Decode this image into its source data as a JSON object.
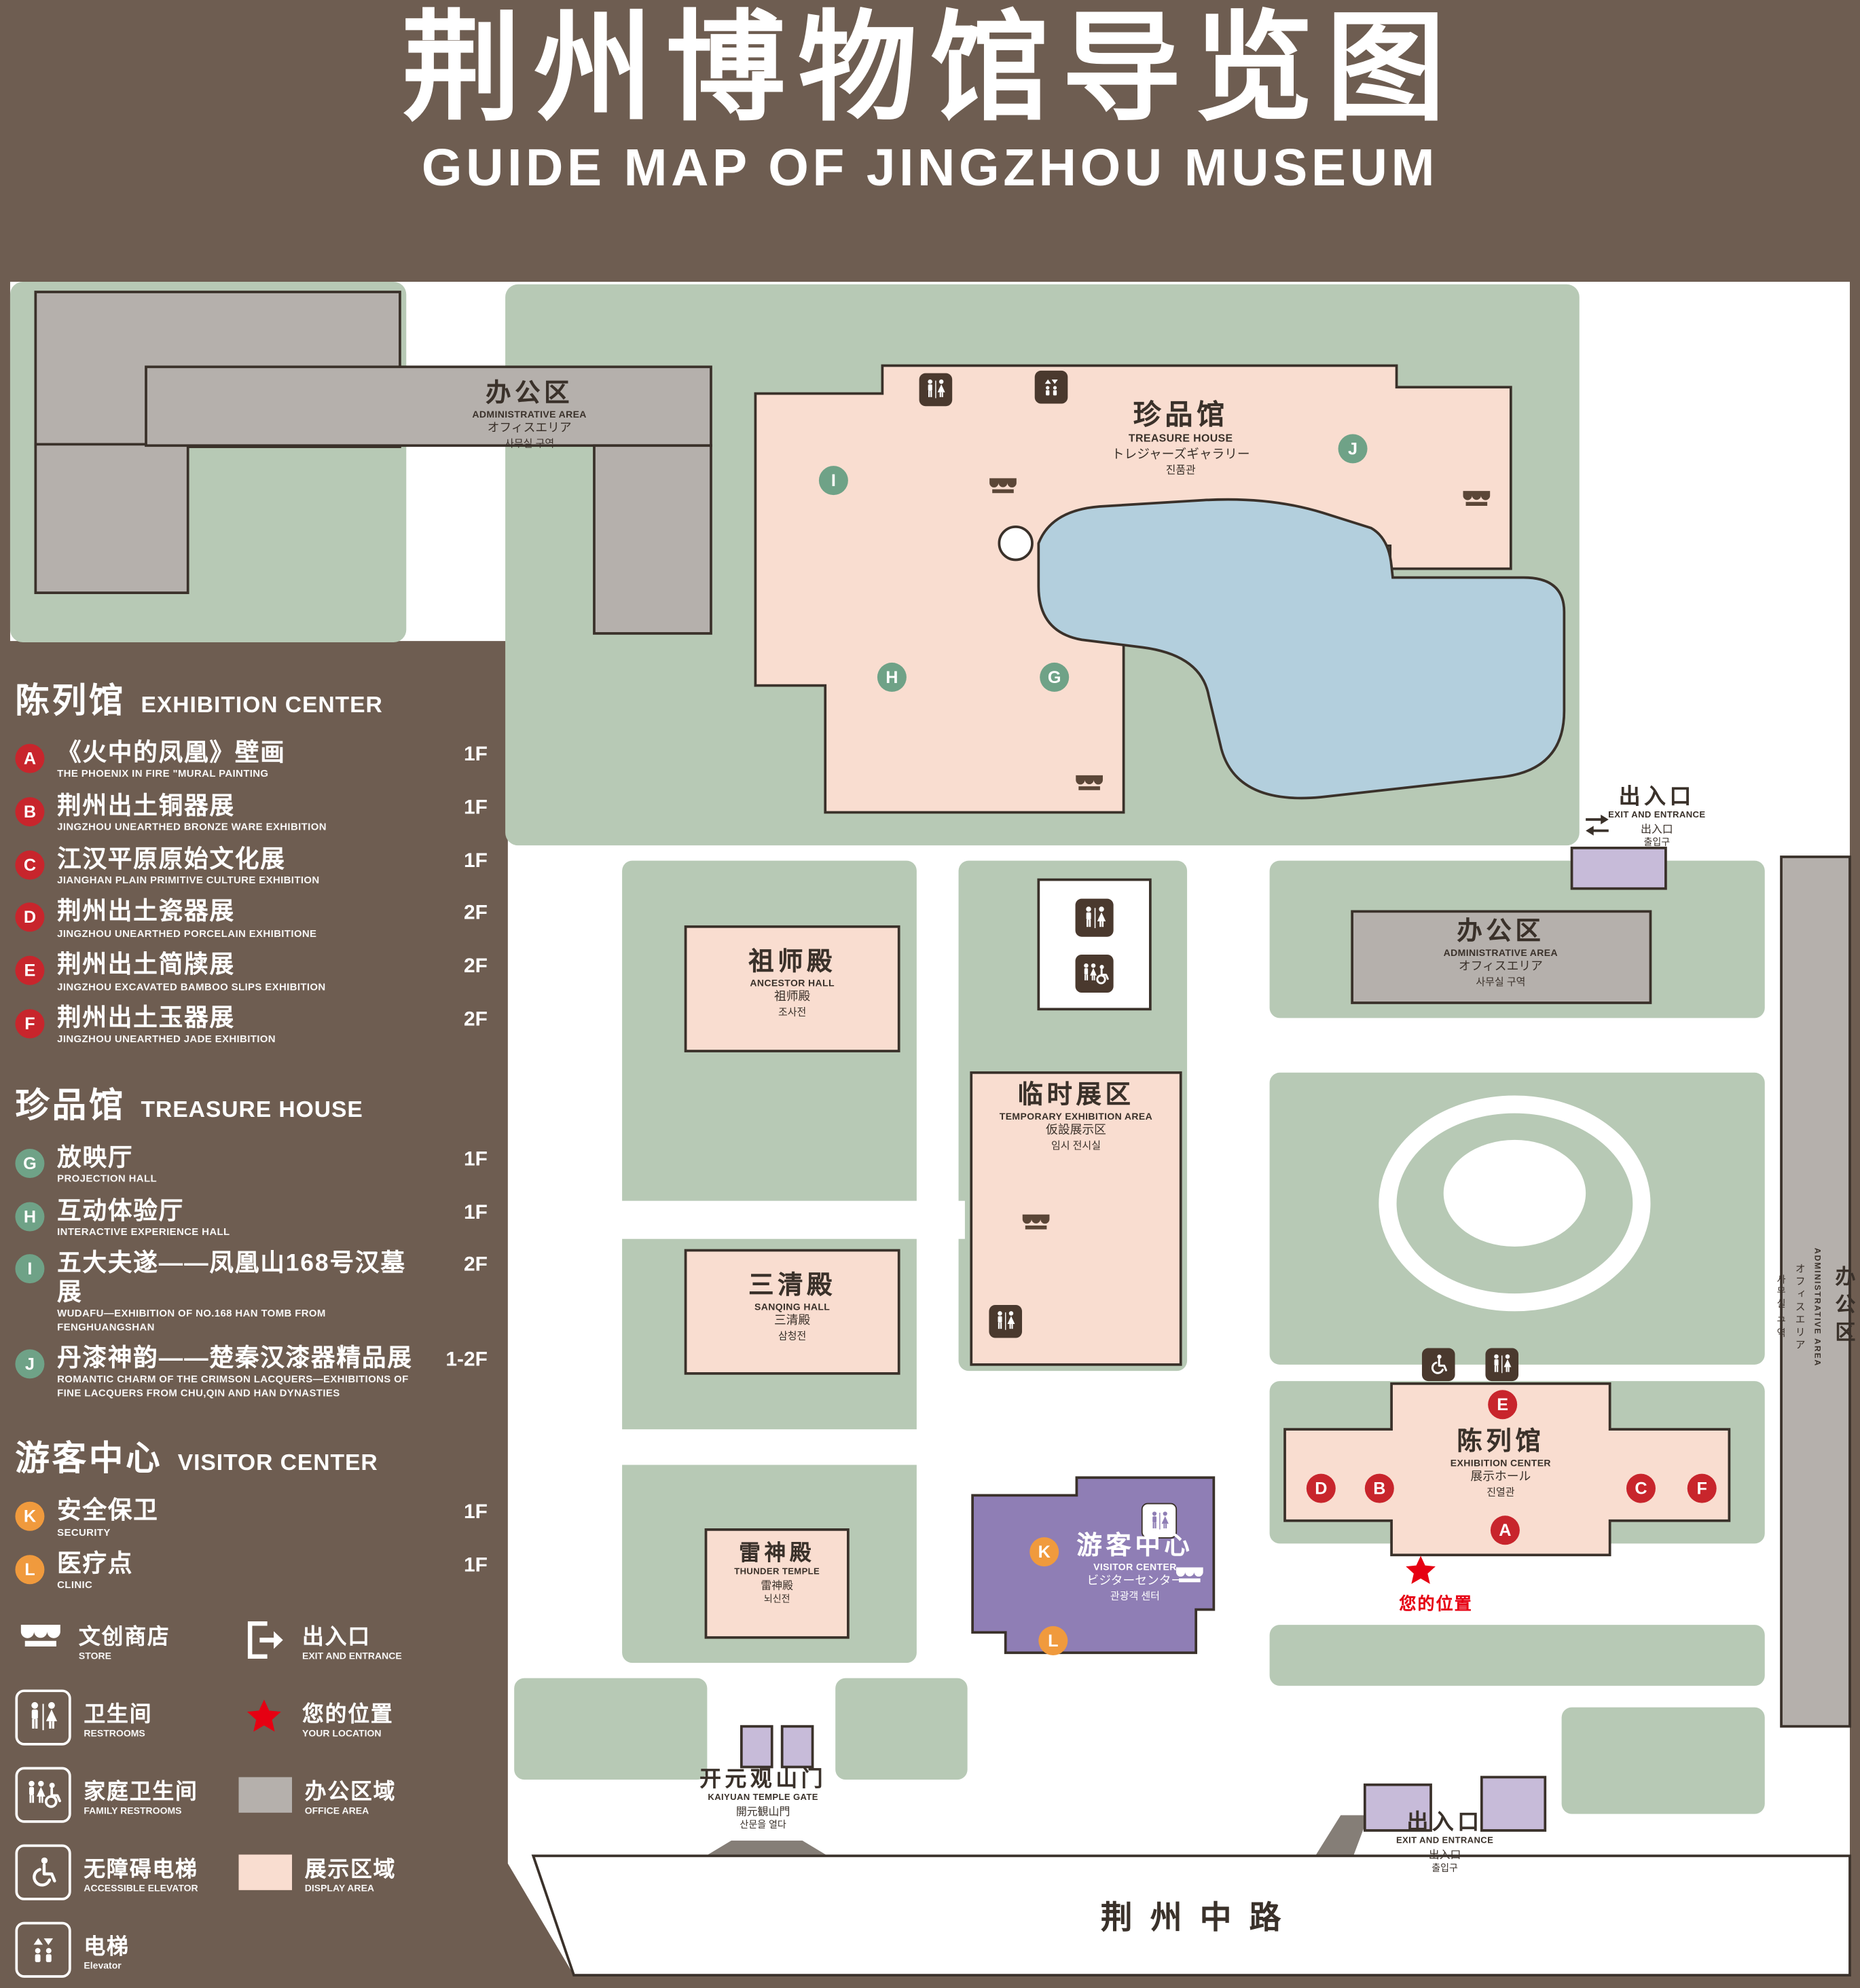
{
  "header": {
    "title_zh": "荆州博物馆导览图",
    "title_en": "GUIDE MAP OF JINGZHOU MUSEUM"
  },
  "legend": {
    "sections": [
      {
        "title_zh": "陈列馆",
        "title_en": "EXHIBITION CENTER",
        "items": [
          {
            "letter": "A",
            "zh": "《火中的凤凰》壁画",
            "en": "THE PHOENIX IN FIRE \"MURAL PAINTING",
            "floor": "1F"
          },
          {
            "letter": "B",
            "zh": "荆州出土铜器展",
            "en": "JINGZHOU UNEARTHED BRONZE WARE EXHIBITION",
            "floor": "1F"
          },
          {
            "letter": "C",
            "zh": "江汉平原原始文化展",
            "en": "JIANGHAN PLAIN PRIMITIVE CULTURE EXHIBITION",
            "floor": "1F"
          },
          {
            "letter": "D",
            "zh": "荆州出土瓷器展",
            "en": "JINGZHOU UNEARTHED PORCELAIN EXHIBITIONE",
            "floor": "2F"
          },
          {
            "letter": "E",
            "zh": "荆州出土简牍展",
            "en": "JINGZHOU EXCAVATED BAMBOO SLIPS EXHIBITION",
            "floor": "2F"
          },
          {
            "letter": "F",
            "zh": "荆州出土玉器展",
            "en": "JINGZHOU UNEARTHED JADE EXHIBITION",
            "floor": "2F"
          }
        ]
      },
      {
        "title_zh": "珍品馆",
        "title_en": "TREASURE HOUSE",
        "items": [
          {
            "letter": "G",
            "zh": "放映厅",
            "en": "PROJECTION HALL",
            "floor": "1F"
          },
          {
            "letter": "H",
            "zh": "互动体验厅",
            "en": "INTERACTIVE EXPERIENCE HALL",
            "floor": "1F"
          },
          {
            "letter": "I",
            "zh": "五大夫遂——凤凰山168号汉墓展",
            "en": "WUDAFU—EXHIBITION OF NO.168 HAN TOMB FROM FENGHUANGSHAN",
            "floor": "2F"
          },
          {
            "letter": "J",
            "zh": "丹漆神韵——楚秦汉漆器精品展",
            "en": "ROMANTIC CHARM OF THE CRIMSON LACQUERS—EXHIBITIONS OF FINE LACQUERS FROM CHU,QIN AND HAN DYNASTIES",
            "floor": "1-2F"
          }
        ]
      },
      {
        "title_zh": "游客中心",
        "title_en": "VISITOR CENTER",
        "items": [
          {
            "letter": "K",
            "zh": "安全保卫",
            "en": "SECURITY",
            "floor": "1F"
          },
          {
            "letter": "L",
            "zh": "医疗点",
            "en": "CLINIC",
            "floor": "1F"
          }
        ]
      }
    ],
    "symbols": [
      {
        "zh": "文创商店",
        "en": "STORE"
      },
      {
        "zh": "出入口",
        "en": "EXIT AND ENTRANCE"
      },
      {
        "zh": "卫生间",
        "en": "RESTROOMS"
      },
      {
        "zh": "您的位置",
        "en": "YOUR LOCATION"
      },
      {
        "zh": "家庭卫生间",
        "en": "FAMILY RESTROOMS"
      },
      {
        "zh": "办公区域",
        "en": "OFFICE AREA"
      },
      {
        "zh": "无障碍电梯",
        "en": "ACCESSIBLE ELEVATOR"
      },
      {
        "zh": "展示区域",
        "en": "DISPLAY AREA"
      },
      {
        "zh": "电梯",
        "en": "Elevator"
      }
    ]
  },
  "map": {
    "labels": {
      "admin": {
        "zh": "办公区",
        "en": "ADMINISTRATIVE AREA",
        "ja": "オフィスエリア",
        "ko": "사무실 구역"
      },
      "treasure": {
        "zh": "珍品馆",
        "en": "TREASURE HOUSE",
        "ja": "トレジャーズギャラリー",
        "ko": "진품관"
      },
      "exit": {
        "zh": "出入口",
        "en": "EXIT AND ENTRANCE",
        "ja": "出入口",
        "ko": "출입구"
      },
      "ancestor": {
        "zh": "祖师殿",
        "en": "ANCESTOR HALL",
        "ja": "祖师殿",
        "ko": "조사전"
      },
      "temp": {
        "zh": "临时展区",
        "en": "TEMPORARY EXHIBITION AREA",
        "ja": "仮設展示区",
        "ko": "임시 전시실"
      },
      "sanqing": {
        "zh": "三清殿",
        "en": "SANQING HALL",
        "ja": "三清殿",
        "ko": "삼청전"
      },
      "thunder": {
        "zh": "雷神殿",
        "en": "THUNDER TEMPLE",
        "ja": "雷神殿",
        "ko": "뇌신전"
      },
      "visitor": {
        "zh": "游客中心",
        "en": "VISITOR CENTER",
        "ja": "ビジターセンター",
        "ko": "관광객 센터"
      },
      "exhibition": {
        "zh": "陈列馆",
        "en": "EXHIBITION CENTER",
        "ja": "展示ホール",
        "ko": "진열관"
      },
      "your_location": {
        "zh": "您的位置"
      },
      "gate": {
        "zh": "开元观山门",
        "en": "KAIYUAN TEMPLE GATE",
        "ja": "開元観山門",
        "ko": "산문을 열다"
      },
      "road": {
        "zh": "荆州中路"
      }
    },
    "markers": {
      "A": "A",
      "B": "B",
      "C": "C",
      "D": "D",
      "E": "E",
      "F": "F",
      "G": "G",
      "H": "H",
      "I": "I",
      "J": "J",
      "K": "K",
      "L": "L"
    }
  },
  "colors": {
    "background": "#6e5d51",
    "display_area": "#f9ddd0",
    "office_area": "#b5b0ac",
    "green_space": "#b7c9b5",
    "water": "#b3cfdd",
    "visitor_center": "#8f7eb5",
    "exhibition_marker": "#c8252c",
    "treasure_marker": "#6fa287",
    "visitor_marker": "#f09a3d",
    "location_red": "#e60012"
  }
}
